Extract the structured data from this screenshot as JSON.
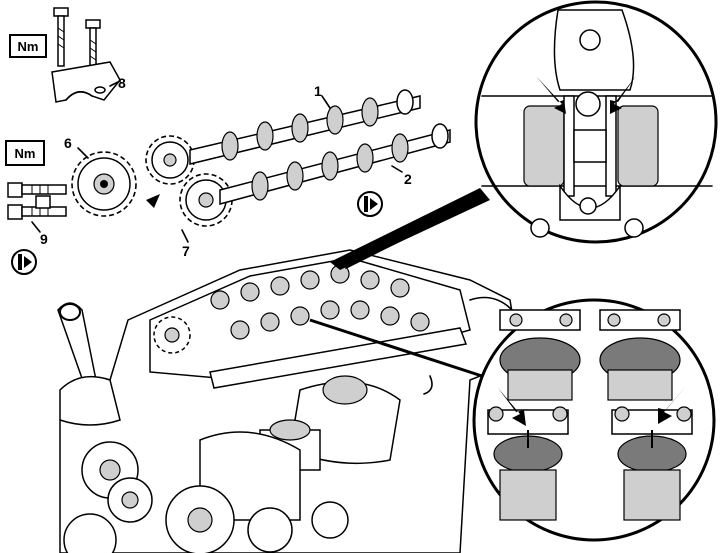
{
  "badges": {
    "torque_top": "Nm",
    "torque_mid": "Nm"
  },
  "callouts": {
    "c1": "1",
    "c2": "2",
    "c6": "6",
    "c7": "7",
    "c8": "8",
    "c9": "9"
  },
  "icons": {
    "reuse_note": "note-symbol-icon",
    "arrows": "pointer-arrow-icon"
  },
  "colors": {
    "ink": "#000000",
    "paper": "#ffffff",
    "shade": "#cfcfcf"
  }
}
